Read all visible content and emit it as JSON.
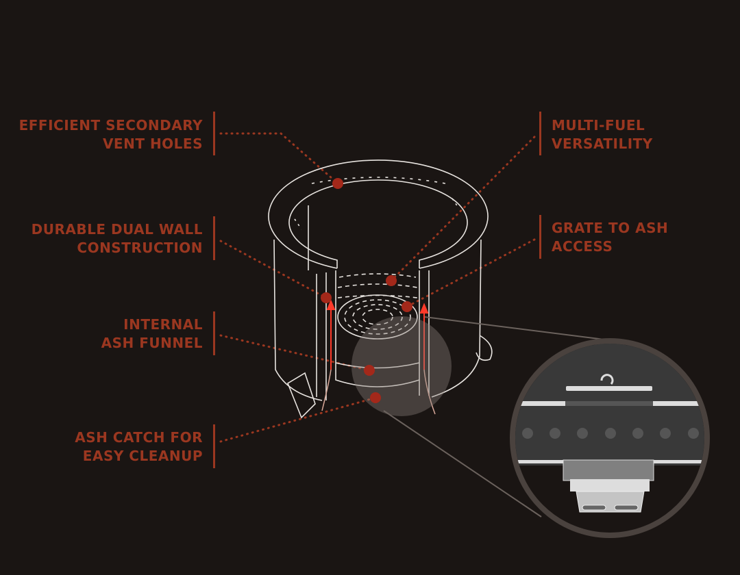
{
  "colors": {
    "background": "#1a1513",
    "accent": "#9b3720",
    "line": "#e8e4e0",
    "dot": "#a3281a"
  },
  "callouts": {
    "vent_holes": {
      "line1": "EFFICIENT SECONDARY",
      "line2": "VENT HOLES"
    },
    "multi_fuel": {
      "line1": "MULTI-FUEL",
      "line2": "VERSATILITY"
    },
    "dual_wall": {
      "line1": "DURABLE DUAL WALL",
      "line2": "CONSTRUCTION"
    },
    "grate_ash": {
      "line1": "GRATE TO ASH",
      "line2": "ACCESS"
    },
    "ash_funnel": {
      "line1": "INTERNAL",
      "line2": "ASH FUNNEL"
    },
    "ash_catch": {
      "line1": "ASH CATCH FOR",
      "line2": "EASY CLEANUP"
    }
  }
}
